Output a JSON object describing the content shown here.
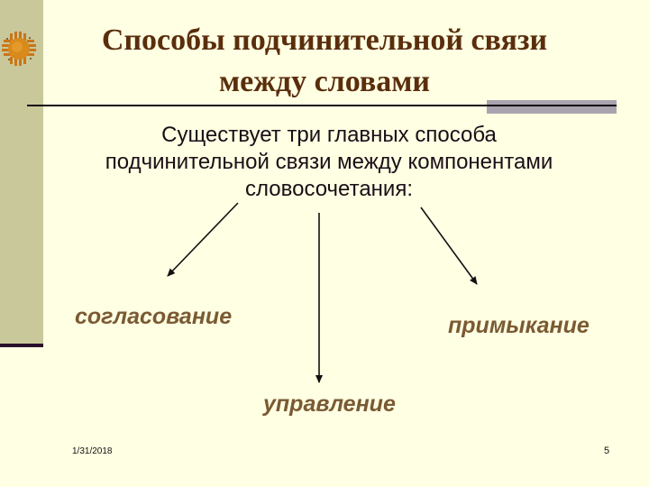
{
  "slide": {
    "title_line1": "Способы подчинительной связи",
    "title_line2": "между словами",
    "intro_line1": "Существует три главных способа",
    "intro_line2": "подчинительной связи между компонентами",
    "intro_line3": "словосочетания:",
    "terms": {
      "left": "согласование",
      "right": "примыкание",
      "bottom": "управление"
    },
    "icon": "sun-icon"
  },
  "footer": {
    "date": "1/31/2018",
    "page_number": "5"
  },
  "colors": {
    "background": "#FFFFE3",
    "sidebar": "#C9C89A",
    "title": "#5A2E0C",
    "terms": "#7A5A33",
    "accent_bar": "#A9A3B0",
    "rule": "#120A14"
  }
}
